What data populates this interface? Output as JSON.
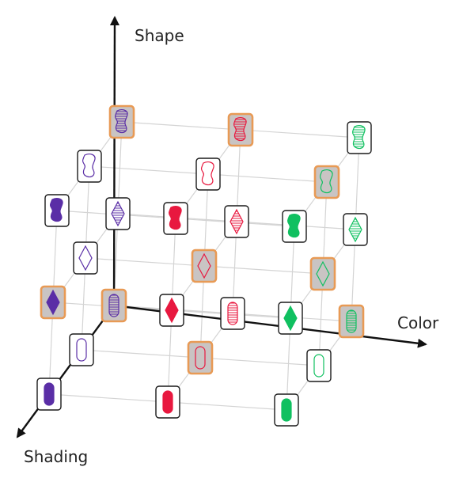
{
  "axes": {
    "shape_label": "Shape",
    "color_label": "Color",
    "shading_label": "Shading"
  },
  "colors": {
    "purple": "#5a2ea6",
    "red": "#e8183f",
    "green": "#10c060",
    "card_border": "#1a1a1a",
    "highlight_fill": "#c9c4c3",
    "highlight_border": "#e89a55",
    "grid": "#d4d4d4"
  },
  "dimensions": {
    "shapes": [
      "squiggle",
      "diamond",
      "oval"
    ],
    "colors": [
      "purple",
      "red",
      "green"
    ],
    "shadings": [
      "striped",
      "empty",
      "solid"
    ]
  },
  "cards": [
    {
      "shape": "squiggle",
      "color": "purple",
      "shading": "striped",
      "highlighted": true
    },
    {
      "shape": "squiggle",
      "color": "purple",
      "shading": "empty",
      "highlighted": false
    },
    {
      "shape": "squiggle",
      "color": "purple",
      "shading": "solid",
      "highlighted": false
    },
    {
      "shape": "squiggle",
      "color": "red",
      "shading": "striped",
      "highlighted": true
    },
    {
      "shape": "squiggle",
      "color": "red",
      "shading": "empty",
      "highlighted": false
    },
    {
      "shape": "squiggle",
      "color": "red",
      "shading": "solid",
      "highlighted": false
    },
    {
      "shape": "squiggle",
      "color": "green",
      "shading": "striped",
      "highlighted": false
    },
    {
      "shape": "squiggle",
      "color": "green",
      "shading": "empty",
      "highlighted": true
    },
    {
      "shape": "squiggle",
      "color": "green",
      "shading": "solid",
      "highlighted": false
    },
    {
      "shape": "diamond",
      "color": "purple",
      "shading": "striped",
      "highlighted": false
    },
    {
      "shape": "diamond",
      "color": "purple",
      "shading": "empty",
      "highlighted": false
    },
    {
      "shape": "diamond",
      "color": "purple",
      "shading": "solid",
      "highlighted": true
    },
    {
      "shape": "diamond",
      "color": "red",
      "shading": "striped",
      "highlighted": false
    },
    {
      "shape": "diamond",
      "color": "red",
      "shading": "empty",
      "highlighted": true
    },
    {
      "shape": "diamond",
      "color": "red",
      "shading": "solid",
      "highlighted": false
    },
    {
      "shape": "diamond",
      "color": "green",
      "shading": "striped",
      "highlighted": false
    },
    {
      "shape": "diamond",
      "color": "green",
      "shading": "empty",
      "highlighted": true
    },
    {
      "shape": "diamond",
      "color": "green",
      "shading": "solid",
      "highlighted": false
    },
    {
      "shape": "oval",
      "color": "purple",
      "shading": "striped",
      "highlighted": true
    },
    {
      "shape": "oval",
      "color": "purple",
      "shading": "empty",
      "highlighted": false
    },
    {
      "shape": "oval",
      "color": "purple",
      "shading": "solid",
      "highlighted": false
    },
    {
      "shape": "oval",
      "color": "red",
      "shading": "striped",
      "highlighted": false
    },
    {
      "shape": "oval",
      "color": "red",
      "shading": "empty",
      "highlighted": true
    },
    {
      "shape": "oval",
      "color": "red",
      "shading": "solid",
      "highlighted": false
    },
    {
      "shape": "oval",
      "color": "green",
      "shading": "striped",
      "highlighted": true
    },
    {
      "shape": "oval",
      "color": "green",
      "shading": "empty",
      "highlighted": false
    },
    {
      "shape": "oval",
      "color": "green",
      "shading": "solid",
      "highlighted": false
    }
  ]
}
